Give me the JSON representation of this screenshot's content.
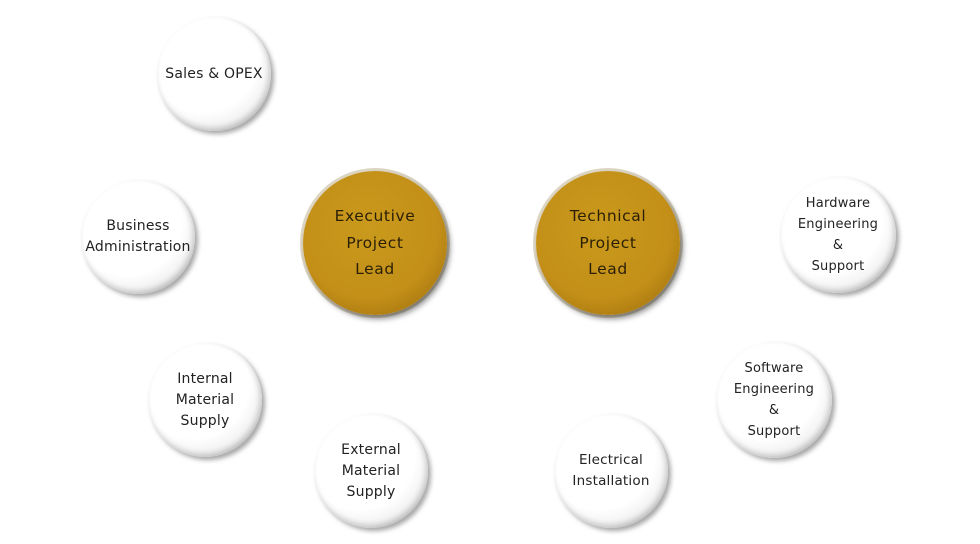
{
  "nodes": {
    "sales": "Sales & OPEX",
    "business": "Business\nAdministration",
    "internal": "Internal\nMaterial\nSupply",
    "external": "External\nMaterial\nSupply",
    "executive": "Executive\nProject\nLead",
    "technical": "Technical\nProject\nLead",
    "hardware": "Hardware\nEngineering\n&\nSupport",
    "software": "Software\nEngineering\n&\nSupport",
    "electrical": "Electrical\nInstallation"
  },
  "colors": {
    "lead_fill": "#c38f18",
    "dept_fill": "#ffffff",
    "text": "#222222"
  }
}
